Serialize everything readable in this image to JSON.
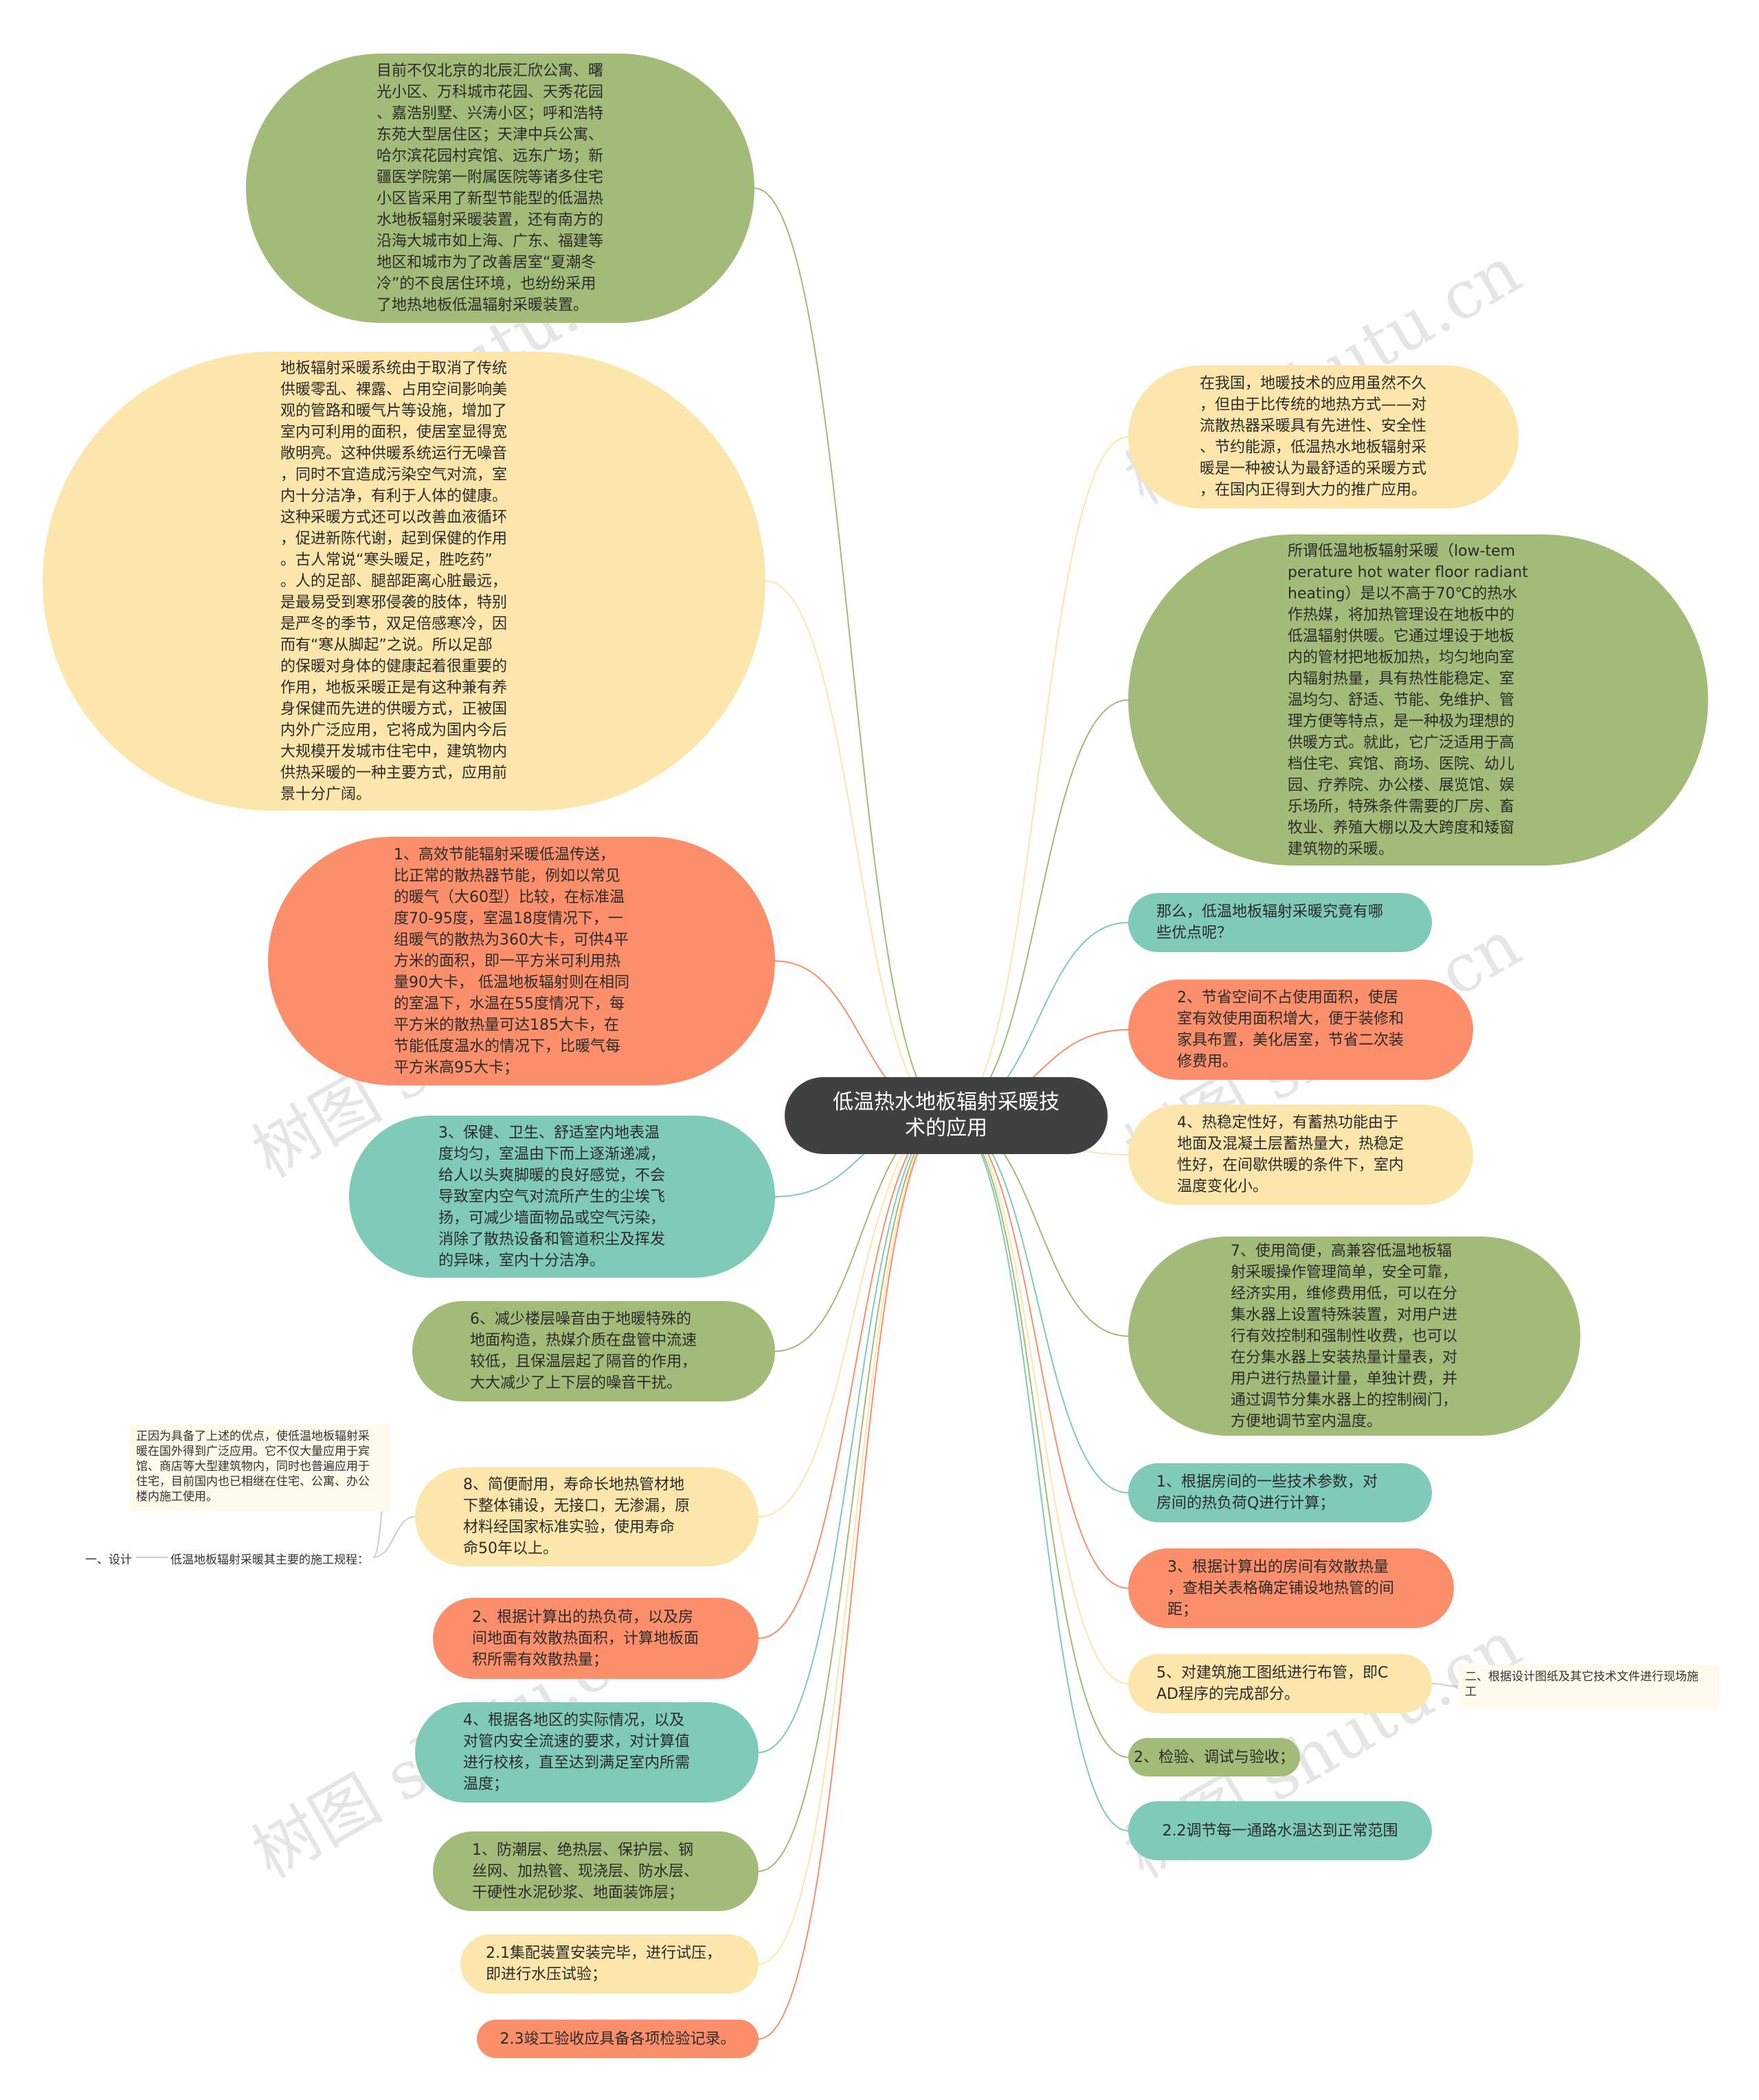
{
  "root": {
    "label": "低温热水地板辐射采暖技\n术的应用"
  },
  "left_nodes": [
    {
      "id": "L1",
      "text": "目前不仅北京的北辰汇欣公寓、曙\n光小区、万科城市花园、天秀花园\n、嘉浩别墅、兴涛小区；呼和浩特\n东苑大型居住区；天津中兵公寓、\n哈尔滨花园村宾馆、远东广场；新\n疆医学院第一附属医院等诸多住宅\n小区皆采用了新型节能型的低温热\n水地板辐射采暖装置，还有南方的\n沿海大城市如上海、广东、福建等\n地区和城市为了改善居室“夏潮冬\n冷”的不良居住环境，也纷纷采用\n了地热地板低温辐射采暖装置。"
    },
    {
      "id": "L2",
      "text": "地板辐射采暖系统由于取消了传统\n供暖零乱、裸露、占用空间影响美\n观的管路和暖气片等设施，增加了\n室内可利用的面积，使居室显得宽\n敞明亮。这种供暖系统运行无噪音\n，同时不宜造成污染空气对流，室\n内十分洁净，有利于人体的健康。\n这种采暖方式还可以改善血液循环\n，促进新陈代谢，起到保健的作用\n。古人常说“寒头暖足，胜吃药”\n。人的足部、腿部距离心脏最远，\n是最易受到寒邪侵袭的肢体，特别\n是严冬的季节，双足倍感寒冷，因\n而有“寒从脚起”之说。所以足部\n的保暖对身体的健康起着很重要的\n作用，地板采暖正是有这种兼有养\n身保健而先进的供暖方式，正被国\n内外广泛应用，它将成为国内今后\n大规模开发城市住宅中，建筑物内\n供热采暖的一种主要方式，应用前\n景十分广阔。"
    },
    {
      "id": "L3",
      "text": "1、高效节能辐射采暖低温传送，\n比正常的散热器节能，例如以常见\n的暖气（大60型）比较，在标准温\n度70-95度，室温18度情况下，一\n组暖气的散热为360大卡，可供4平\n方米的面积，即一平方米可利用热\n量90大卡， 低温地板辐射则在相同\n的室温下，水温在55度情况下，每\n平方米的散热量可达185大卡，在\n节能低度温水的情况下，比暖气每\n平方米高95大卡；"
    },
    {
      "id": "L4",
      "text": "3、保健、卫生、舒适室内地表温\n度均匀，室温由下而上逐渐递减，\n给人以头爽脚暖的良好感觉，不会\n导致室内空气对流所产生的尘埃飞\n扬，可减少墙面物品或空气污染，\n消除了散热设备和管道积尘及挥发\n的异味，室内十分洁净。"
    },
    {
      "id": "L5",
      "text": "6、减少楼层噪音由于地暖特殊的\n地面构造，热媒介质在盘管中流速\n较低，且保温层起了隔音的作用，\n大大减少了上下层的噪音干扰。"
    },
    {
      "id": "L6",
      "text": "8、简便耐用，寿命长地热管材地\n下整体铺设，无接口，无渗漏，原\n材料经国家标准实验，使用寿命\n命50年以上。"
    },
    {
      "id": "L7",
      "text": "2、根据计算出的热负荷，以及房\n间地面有效散热面积，计算地板面\n积所需有效散热量；"
    },
    {
      "id": "L8",
      "text": "4、根据各地区的实际情况，以及\n对管内安全流速的要求，对计算值\n进行校核，直至达到满足室内所需\n温度；"
    },
    {
      "id": "L9",
      "text": "1、防潮层、绝热层、保护层、钢\n丝网、加热管、现浇层、防水层、\n干硬性水泥砂浆、地面装饰层；"
    },
    {
      "id": "L10",
      "text": "2.1集配装置安装完毕，进行试压，\n即进行水压试验；"
    },
    {
      "id": "L11",
      "text": "2.3竣工验收应具备各项检验记录。"
    }
  ],
  "right_nodes": [
    {
      "id": "R1",
      "text": "在我国，地暖技术的应用虽然不久\n，但由于比传统的地热方式——对\n流散热器采暖具有先进性、安全性\n、节约能源，低温热水地板辐射采\n暖是一种被认为最舒适的采暖方式\n，在国内正得到大力的推广应用。"
    },
    {
      "id": "R2",
      "text": "所谓低温地板辐射采暖（low-tem\nperature hot water floor radiant\nheating）是以不高于70℃的热水\n作热媒，将加热管理设在地板中的\n低温辐射供暖。它通过埋设于地板\n内的管材把地板加热，均匀地向室\n内辐射热量，具有热性能稳定、室\n温均匀、舒适、节能、免维护、管\n理方便等特点，是一种极为理想的\n供暖方式。就此，它广泛适用于高\n档住宅、宾馆、商场、医院、幼儿\n园、疗养院、办公楼、展览馆、娱\n乐场所，特殊条件需要的厂房、畜\n牧业、养殖大棚以及大跨度和矮窗\n建筑物的采暖。"
    },
    {
      "id": "R3",
      "text": "那么，低温地板辐射采暖究竟有哪\n些优点呢？"
    },
    {
      "id": "R4",
      "text": "2、节省空间不占使用面积，使居\n室有效使用面积增大，便于装修和\n家具布置，美化居室，节省二次装\n修费用。"
    },
    {
      "id": "R5",
      "text": "4、热稳定性好，有蓄热功能由于\n地面及混凝土层蓄热量大，热稳定\n性好，在间歇供暖的条件下，室内\n温度变化小。"
    },
    {
      "id": "R6",
      "text": "7、使用简便，高兼容低温地板辐\n射采暖操作管理简单，安全可靠，\n经济实用，维修费用低，可以在分\n集水器上设置特殊装置，对用户进\n行有效控制和强制性收费，也可以\n在分集水器上安装热量计量表，对\n用户进行热量计量，单独计费，并\n通过调节分集水器上的控制阀门，\n方便地调节室内温度。"
    },
    {
      "id": "R7",
      "text": "1、根据房间的一些技术参数，对\n房间的热负荷Q进行计算；"
    },
    {
      "id": "R8",
      "text": "3、根据计算出的房间有效散热量\n，查相关表格确定铺设地热管的间\n距；"
    },
    {
      "id": "R9",
      "text": "5、对建筑施工图纸进行布管，即C\nAD程序的完成部分。"
    },
    {
      "id": "R10",
      "text": "2、检验、调试与验收；"
    },
    {
      "id": "R11",
      "text": "2.2调节每一通路水温达到正常范围"
    }
  ],
  "side_notes": {
    "left_note": "正因为具备了上述的优点，使低温地板辐射采\n暖在国外得到广泛应用。它不仅大量应用于宾\n馆、商店等大型建筑物内，同时也普遍应用于\n住宅，目前国内也已相继在住宅、公寓、办公\n楼内施工使用。",
    "left_branch": "低温地板辐射采暖其主要的施工规程：",
    "left_leaf": "一、设计",
    "right_note": "二、根据设计图纸及其它技术文件进行现场施\n工"
  },
  "watermark": "树图 shutu.cn",
  "colors": {
    "green": "#a3bb78",
    "yellow": "#fde6ab",
    "orange": "#fb8e6b",
    "teal": "#7fcab9",
    "root": "#3f4040"
  }
}
